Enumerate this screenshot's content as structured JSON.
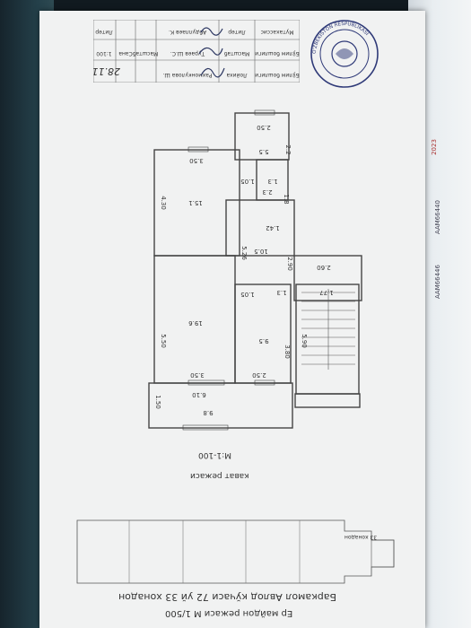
{
  "header": {
    "title_line1": "Баркамол Авлод кўчаси 72 уй 33 хонадон",
    "title_line2": "Ер майдон режаси М 1/500"
  },
  "site_plan": {
    "unit_label": "33 хонадон"
  },
  "floor_plan": {
    "scale": "М:1-100",
    "label": "кават режаси",
    "dimensions": [
      "2.50",
      "3.50",
      "2.2",
      "5.5",
      "1.3",
      "2.3",
      "1.8",
      "1.05",
      "4.30",
      "15.1",
      "1.42",
      "10.5",
      "5.26",
      "2.90",
      "2.60",
      "1.77",
      "1.05",
      "1.3",
      "19.6",
      "9.5",
      "3.80",
      "5.90",
      "5.50",
      "3.50",
      "2.50",
      "6.10",
      "1.50",
      "9.8"
    ]
  },
  "title_block": {
    "rows": [
      {
        "left": "Лойиха",
        "mid": "Рахмонкулова Ш.",
        "right": "Бўлим бошлиги"
      },
      {
        "left": "Масштаб",
        "mid": "Тураев Ш.С.",
        "right": "Бўлим бошлиги"
      },
      {
        "left": "Литер",
        "mid": "Абдуллаев К.",
        "right": "Мутахассис"
      }
    ],
    "col_headers": [
      "Масштаб",
      "Сана",
      "Литер"
    ],
    "values": [
      "1:100"
    ],
    "handwritten": "28.11"
  },
  "stamp": {
    "text": "O'ZBEKISTON RESPUBLIKASI"
  },
  "right_page": {
    "lines": [
      "ААМ66440",
      "ААМ66446",
      "2023"
    ]
  }
}
